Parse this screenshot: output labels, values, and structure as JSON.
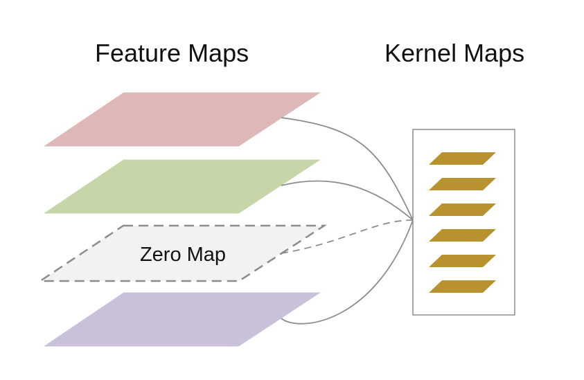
{
  "labels": {
    "feature_maps": "Feature Maps",
    "kernel_maps": "Kernel Maps",
    "zero_map": "Zero Map"
  },
  "feature_maps": [
    {
      "id": "feature-map-1",
      "fill": "#ddb8b6",
      "style": "solid"
    },
    {
      "id": "feature-map-2",
      "fill": "#c6d6a8",
      "style": "solid"
    },
    {
      "id": "zero-map",
      "fill": "#f2f2f2",
      "style": "dashed"
    },
    {
      "id": "feature-map-4",
      "fill": "#c9c0da",
      "style": "solid"
    }
  ],
  "kernel_maps": {
    "count": 6,
    "fill": "#b8922e"
  },
  "colors": {
    "connector": "#8c8c8c",
    "zero_border": "#8c8c8c",
    "box_border": "#8c8c8c"
  }
}
